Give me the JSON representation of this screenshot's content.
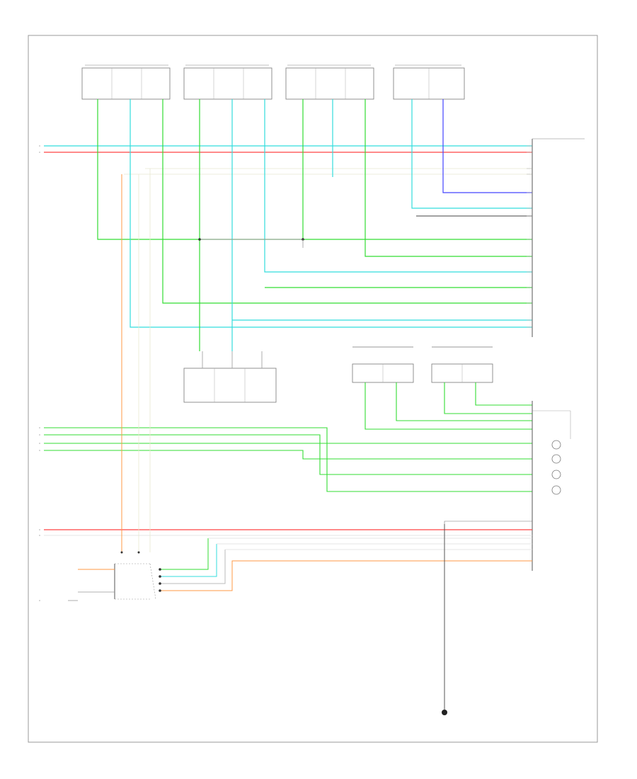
{
  "diagram": {
    "footer_code": "",
    "colors": {
      "frame": "#888888",
      "green": "#33dd33",
      "cyan": "#33dddd",
      "red": "#ff4444",
      "orange": "#ff9944",
      "yellow": "#dddd66",
      "blue": "#4444ff",
      "gray": "#999999",
      "dark": "#333333"
    },
    "components": [
      {
        "id": "sensor-group-1",
        "label": ""
      },
      {
        "id": "sensor-group-2",
        "label": ""
      },
      {
        "id": "sensor-group-3",
        "label": ""
      },
      {
        "id": "sensor-group-4",
        "label": ""
      },
      {
        "id": "sensor-group-lower",
        "label": ""
      },
      {
        "id": "switch-group-1",
        "label": ""
      },
      {
        "id": "switch-group-2",
        "label": ""
      },
      {
        "id": "control-module-upper",
        "label": ""
      },
      {
        "id": "control-module-lower",
        "label": ""
      },
      {
        "id": "junction-mid",
        "label": ""
      },
      {
        "id": "switch-assembly",
        "label": ""
      },
      {
        "id": "ground",
        "label": ""
      }
    ]
  }
}
